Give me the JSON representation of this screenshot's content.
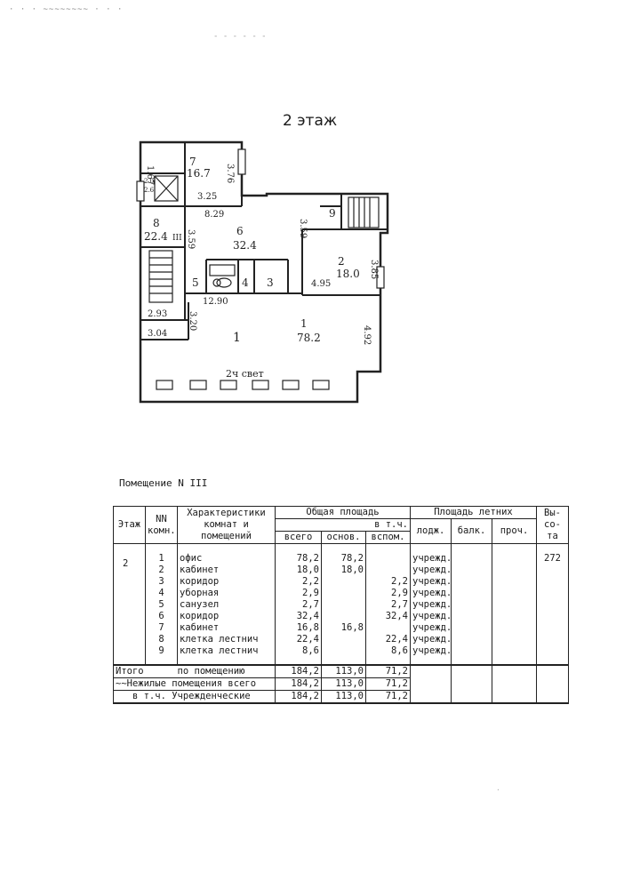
{
  "header": {
    "scan_mark": "· · · ~~~~~~~~ · · ·",
    "top_dash": "- - - - - -",
    "floor_title": "2 этаж"
  },
  "plan": {
    "labels": {
      "r7_num": "7",
      "r7_area": "16.7",
      "r8_num": "8",
      "r8_area": "22.4",
      "roman": "III",
      "r6_num": "6",
      "r6_area": "32.4",
      "r9_num": "9",
      "r2_num": "2",
      "r2_area": "18.0",
      "r1_num": "1",
      "r1_area": "78.2",
      "r5_num": "5",
      "r4_num": "4",
      "r3_num": "3",
      "small_left_num": "1"
    },
    "dims": {
      "d167": "1.67",
      "d376": "3.76",
      "d325": "3.25",
      "d829": "8.29",
      "d359a": "3.59",
      "d359b": "3.59",
      "d385": "3.85",
      "d495": "4.95",
      "d1290": "12.90",
      "d320": "3.20",
      "d293": "2.93",
      "d304": "3.04",
      "d492": "4.92",
      "d20": "2.0",
      "d26": "2.6"
    },
    "window_note": "2ч свет"
  },
  "document": {
    "premise_title": "Помещение N III",
    "left_floor_mark": "2",
    "headers": {
      "floor": "Этаж",
      "nn": "NN\nкомн.",
      "characteristics": "Характеристики\nкомнат и\nпомещений",
      "total_area": "Общая площадь",
      "including": "в т.ч.",
      "total": "всего",
      "main": "основ.",
      "aux": "вспом.",
      "summer_area": "Площадь летних",
      "loggia": "лодж.",
      "balcony": "балк.",
      "other": "проч.",
      "height": "Вы-\nсо-\nта"
    },
    "rows": [
      {
        "floor": "",
        "num": "1",
        "name": "офис",
        "total": "78,2",
        "main": "78,2",
        "aux": "",
        "type": "учрежд.",
        "height": "272"
      },
      {
        "floor": "",
        "num": "2",
        "name": "кабинет",
        "total": "18,0",
        "main": "18,0",
        "aux": "",
        "type": "учрежд.",
        "height": ""
      },
      {
        "floor": "",
        "num": "3",
        "name": "коридор",
        "total": "2,2",
        "main": "",
        "aux": "2,2",
        "type": "учрежд.",
        "height": ""
      },
      {
        "floor": "",
        "num": "4",
        "name": "уборная",
        "total": "2,9",
        "main": "",
        "aux": "2,9",
        "type": "учрежд.",
        "height": ""
      },
      {
        "floor": "",
        "num": "5",
        "name": "санузел",
        "total": "2,7",
        "main": "",
        "aux": "2,7",
        "type": "учрежд.",
        "height": ""
      },
      {
        "floor": "",
        "num": "6",
        "name": "коридор",
        "total": "32,4",
        "main": "",
        "aux": "32,4",
        "type": "учрежд.",
        "height": ""
      },
      {
        "floor": "",
        "num": "7",
        "name": "кабинет",
        "total": "16,8",
        "main": "16,8",
        "aux": "",
        "type": "учрежд.",
        "height": ""
      },
      {
        "floor": "",
        "num": "8",
        "name": "клетка лестнич",
        "total": "22,4",
        "main": "",
        "aux": "22,4",
        "type": "учрежд.",
        "height": ""
      },
      {
        "floor": "",
        "num": "9",
        "name": "клетка лестнич",
        "total": "8,6",
        "main": "",
        "aux": "8,6",
        "type": "учрежд.",
        "height": ""
      }
    ],
    "totals": [
      {
        "label": "Итого      по помещению",
        "total": "184,2",
        "main": "113,0",
        "aux": "71,2"
      },
      {
        "label": "~~Нежилые помещения всего",
        "total": "184,2",
        "main": "113,0",
        "aux": "71,2"
      },
      {
        "label": "   в т.ч. Учрежденческие",
        "total": "184,2",
        "main": "113,0",
        "aux": "71,2"
      }
    ]
  }
}
